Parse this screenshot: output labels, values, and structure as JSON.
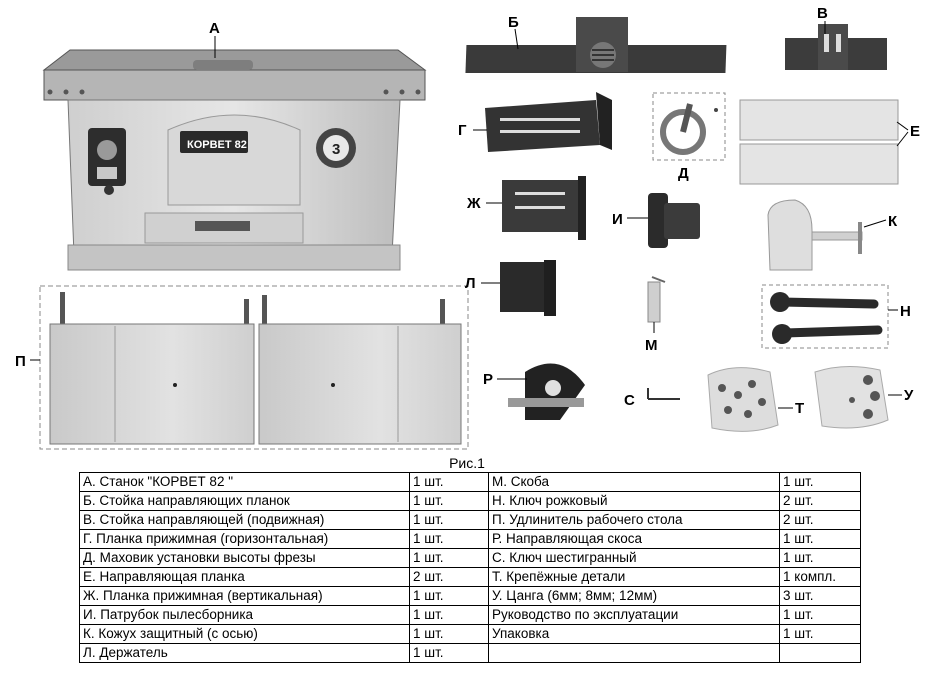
{
  "figure": {
    "letters": {
      "a": "А",
      "b": "Б",
      "v": "В",
      "g": "Г",
      "d": "Д",
      "e": "Е",
      "zh": "Ж",
      "i": "И",
      "k": "К",
      "l": "Л",
      "m": "М",
      "n": "Н",
      "p": "П",
      "r": "Р",
      "s": "С",
      "t": "Т",
      "u": "У"
    },
    "machine_brand": "КОРВЕТ 82",
    "machine_badge": "3"
  },
  "caption": "Рис.1",
  "table": {
    "rows": [
      [
        "А. Станок \"КОРВЕТ 82 \"",
        "1 шт.",
        "М. Скоба",
        "1 шт."
      ],
      [
        "Б. Стойка направляющих планок",
        "1 шт.",
        "Н. Ключ рожковый",
        "2 шт."
      ],
      [
        "В. Стойка направляющей (подвижная)",
        "1 шт.",
        "П. Удлинитель рабочего стола",
        "2 шт."
      ],
      [
        "Г. Планка прижимная (горизонтальная)",
        "1 шт.",
        "Р. Направляющая скоса",
        "1 шт."
      ],
      [
        "Д. Маховик установки высоты фрезы",
        "1 шт.",
        "С. Ключ шестигранный",
        "1 шт."
      ],
      [
        "Е. Направляющая планка",
        "2 шт.",
        "Т. Крепёжные детали",
        "1 компл."
      ],
      [
        "Ж. Планка прижимная (вертикальная)",
        "1 шт.",
        "У. Цанга (6мм; 8мм; 12мм)",
        "3 шт."
      ],
      [
        "И. Патрубок пылесборника",
        "1 шт.",
        "Руководство по эксплуатации",
        "1 шт."
      ],
      [
        "К. Кожух защитный (с осью)",
        "1 шт.",
        "Упаковка",
        "1 шт."
      ],
      [
        "Л. Держатель",
        "1 шт.",
        "",
        ""
      ]
    ]
  }
}
